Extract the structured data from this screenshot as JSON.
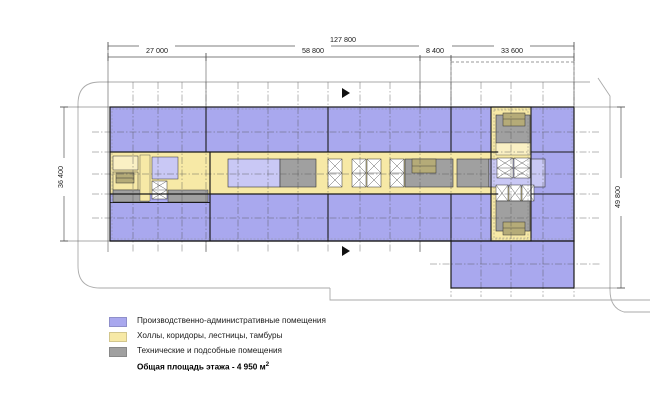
{
  "drawing": {
    "type": "architectural-floor-plan",
    "title": "Floor plan with area legend",
    "dimensions": {
      "top_overall": {
        "label": "127 800",
        "value": 127800,
        "unit": "mm"
      },
      "top_segments": [
        {
          "label": "27 000",
          "value": 27000
        },
        {
          "label": "58 800",
          "value": 58800
        },
        {
          "label": "8 400",
          "value": 8400
        },
        {
          "label": "33 600",
          "value": 33600
        }
      ],
      "left_vertical": {
        "label": "36 400",
        "value": 36400
      },
      "right_vertical": {
        "label": "49 800",
        "value": 49800
      }
    },
    "markers": [
      {
        "name": "section-marker-top",
        "glyph": "triangle-right"
      },
      {
        "name": "section-marker-bottom",
        "glyph": "triangle-right"
      }
    ]
  },
  "colors": {
    "production": "#a9a8ee",
    "production_light": "#c9c8f5",
    "corridor": "#f7e9a6",
    "corridor_light": "#faf0c4",
    "technical": "#a0a0a0",
    "technical_light": "#b8b8b8",
    "stair_fill": "#b5ab78",
    "wall": "#1a1a1a",
    "grid": "#555555",
    "site_outline": "#aaaaaa",
    "dim_line": "#555555",
    "text": "#1a1a1a"
  },
  "legend": {
    "items": [
      {
        "swatch": "production",
        "label": "Производственно-административные помещения"
      },
      {
        "swatch": "corridor",
        "label": "Холлы, коридоры, лестницы, тамбуры"
      },
      {
        "swatch": "technical",
        "label": "Технические и подсобные помещения"
      }
    ],
    "total": {
      "text": "Общая площадь этажа - 4 950 м",
      "sup": "2",
      "area_value": 4950,
      "area_unit": "м²"
    }
  }
}
